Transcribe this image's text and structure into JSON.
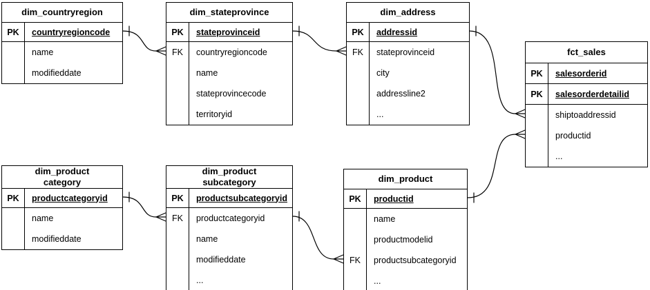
{
  "diagram": {
    "colors": {
      "background": "#ffffff",
      "line": "#000000",
      "border": "#000000",
      "text": "#000000"
    },
    "tables": [
      {
        "id": "dim_countryregion",
        "title": "dim_countryregion",
        "rows": [
          {
            "key": "PK",
            "field": "countryregioncode"
          },
          {
            "key": "",
            "field": "name"
          },
          {
            "key": "",
            "field": "modifieddate"
          }
        ]
      },
      {
        "id": "dim_stateprovince",
        "title": "dim_stateprovince",
        "rows": [
          {
            "key": "PK",
            "field": "stateprovinceid"
          },
          {
            "key": "FK",
            "field": "countryregioncode"
          },
          {
            "key": "",
            "field": "name"
          },
          {
            "key": "",
            "field": "stateprovincecode"
          },
          {
            "key": "",
            "field": "territoryid"
          }
        ]
      },
      {
        "id": "dim_address",
        "title": "dim_address",
        "rows": [
          {
            "key": "PK",
            "field": "addressid"
          },
          {
            "key": "FK",
            "field": "stateprovinceid"
          },
          {
            "key": "",
            "field": "city"
          },
          {
            "key": "",
            "field": "addressline2"
          },
          {
            "key": "",
            "field": "..."
          }
        ]
      },
      {
        "id": "fct_sales",
        "title": "fct_sales",
        "rows": [
          {
            "key": "PK",
            "field": "salesorderid"
          },
          {
            "key": "PK",
            "field": "salesorderdetailid"
          },
          {
            "key": "",
            "field": "shiptoaddressid"
          },
          {
            "key": "",
            "field": "productid"
          },
          {
            "key": "",
            "field": "..."
          }
        ]
      },
      {
        "id": "dim_productcategory",
        "title": "dim_product\ncategory",
        "rows": [
          {
            "key": "PK",
            "field": "productcategoryid"
          },
          {
            "key": "",
            "field": "name"
          },
          {
            "key": "",
            "field": "modifieddate"
          }
        ]
      },
      {
        "id": "dim_productsubcategory",
        "title": "dim_product\nsubcategory",
        "rows": [
          {
            "key": "PK",
            "field": "productsubcategoryid"
          },
          {
            "key": "FK",
            "field": "productcategoryid"
          },
          {
            "key": "",
            "field": "name"
          },
          {
            "key": "",
            "field": "modifieddate"
          },
          {
            "key": "",
            "field": "..."
          }
        ]
      },
      {
        "id": "dim_product",
        "title": "dim_product",
        "rows": [
          {
            "key": "PK",
            "field": "productid"
          },
          {
            "key": "",
            "field": "name"
          },
          {
            "key": "",
            "field": "productmodelid"
          },
          {
            "key": "FK",
            "field": "productsubcategoryid"
          },
          {
            "key": "",
            "field": "..."
          }
        ]
      }
    ],
    "relationships": [
      {
        "from": "dim_countryregion.countryregioncode",
        "to": "dim_stateprovince.countryregioncode",
        "from_cardinality": "one",
        "to_cardinality": "many"
      },
      {
        "from": "dim_stateprovince.stateprovinceid",
        "to": "dim_address.stateprovinceid",
        "from_cardinality": "one",
        "to_cardinality": "many"
      },
      {
        "from": "dim_address.addressid",
        "to": "fct_sales.shiptoaddressid",
        "from_cardinality": "one",
        "to_cardinality": "many"
      },
      {
        "from": "dim_product.productid",
        "to": "fct_sales.productid",
        "from_cardinality": "one",
        "to_cardinality": "many"
      },
      {
        "from": "dim_productcategory.productcategoryid",
        "to": "dim_productsubcategory.productcategoryid",
        "from_cardinality": "one",
        "to_cardinality": "many"
      },
      {
        "from": "dim_productsubcategory.productsubcategoryid",
        "to": "dim_product.productsubcategoryid",
        "from_cardinality": "one",
        "to_cardinality": "many"
      }
    ]
  }
}
